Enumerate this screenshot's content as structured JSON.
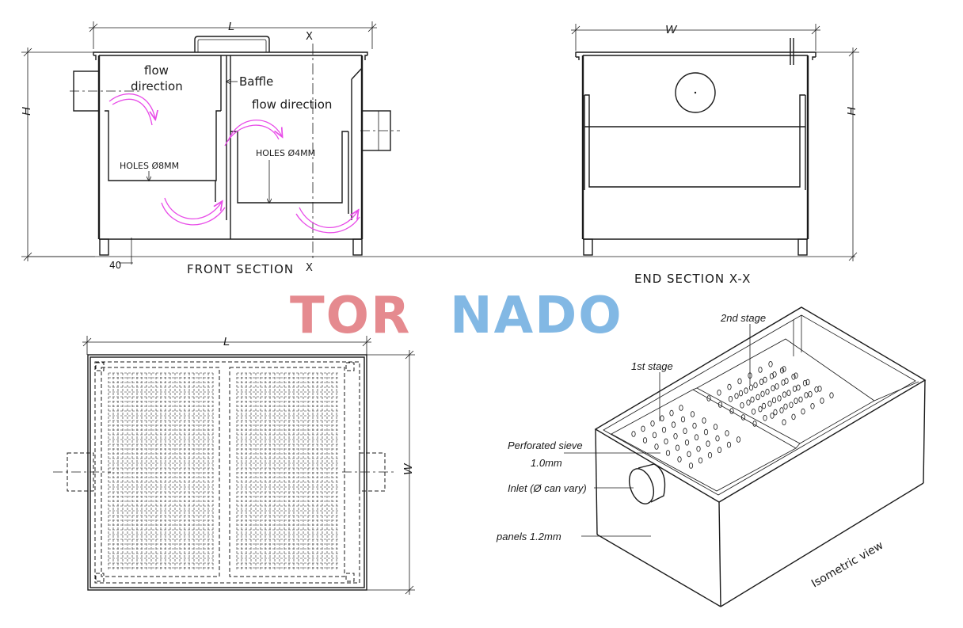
{
  "brand": {
    "part1": "TOR",
    "part2": "NADO",
    "color1": "#e58a8f",
    "color2": "#82b8e4"
  },
  "front_section": {
    "title": "FRONT SECTION",
    "dim_length": "L",
    "dim_height": "H",
    "dim_leg": "40",
    "section_mark": "X",
    "flow_label_1": [
      "flow",
      "direction"
    ],
    "flow_label_2": "flow direction",
    "baffle_label": "Baffle",
    "holes_1": "HOLES Ø8MM",
    "holes_2": "HOLES Ø4MM",
    "arrow_color": "#e84ce8"
  },
  "end_section": {
    "title": "END SECTION  X-X",
    "dim_width": "W",
    "dim_height": "H"
  },
  "plan_view": {
    "dim_length": "L",
    "dim_width": "W"
  },
  "isometric": {
    "title": "Isometric view",
    "stage_1": "1st stage",
    "stage_2": "2nd stage",
    "sieve_label": [
      "Perforated sieve",
      "1.0mm"
    ],
    "inlet_label": "Inlet (Ø can vary)",
    "panels_label": "panels 1.2mm"
  }
}
